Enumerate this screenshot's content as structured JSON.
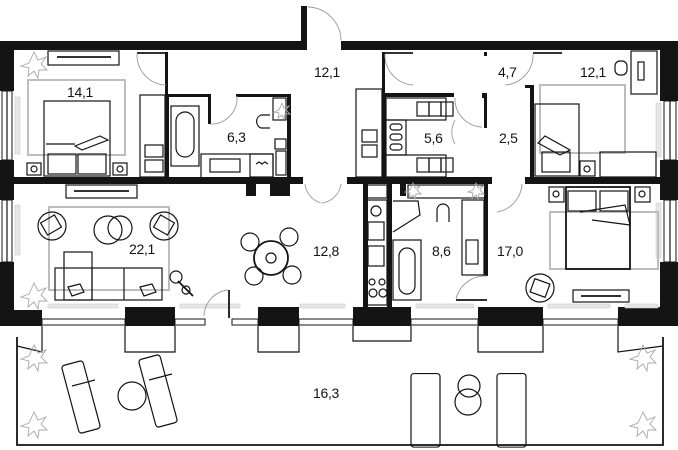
{
  "plan": {
    "type": "apartment floor plan",
    "rooms": [
      {
        "id": "bedroom-left",
        "area": "14,1"
      },
      {
        "id": "hall",
        "area": "12,1"
      },
      {
        "id": "bathroom-left",
        "area": "6,3"
      },
      {
        "id": "corridor-right",
        "area": "4,7"
      },
      {
        "id": "bedroom-right-small",
        "area": "12,1"
      },
      {
        "id": "wardrobe",
        "area": "5,6"
      },
      {
        "id": "corridor-small",
        "area": "2,5"
      },
      {
        "id": "living-room",
        "area": "22,1"
      },
      {
        "id": "dining-kitchen",
        "area": "12,8"
      },
      {
        "id": "bathroom-center",
        "area": "8,6"
      },
      {
        "id": "master-bedroom",
        "area": "17,0"
      },
      {
        "id": "terrace",
        "area": "16,3"
      }
    ]
  }
}
